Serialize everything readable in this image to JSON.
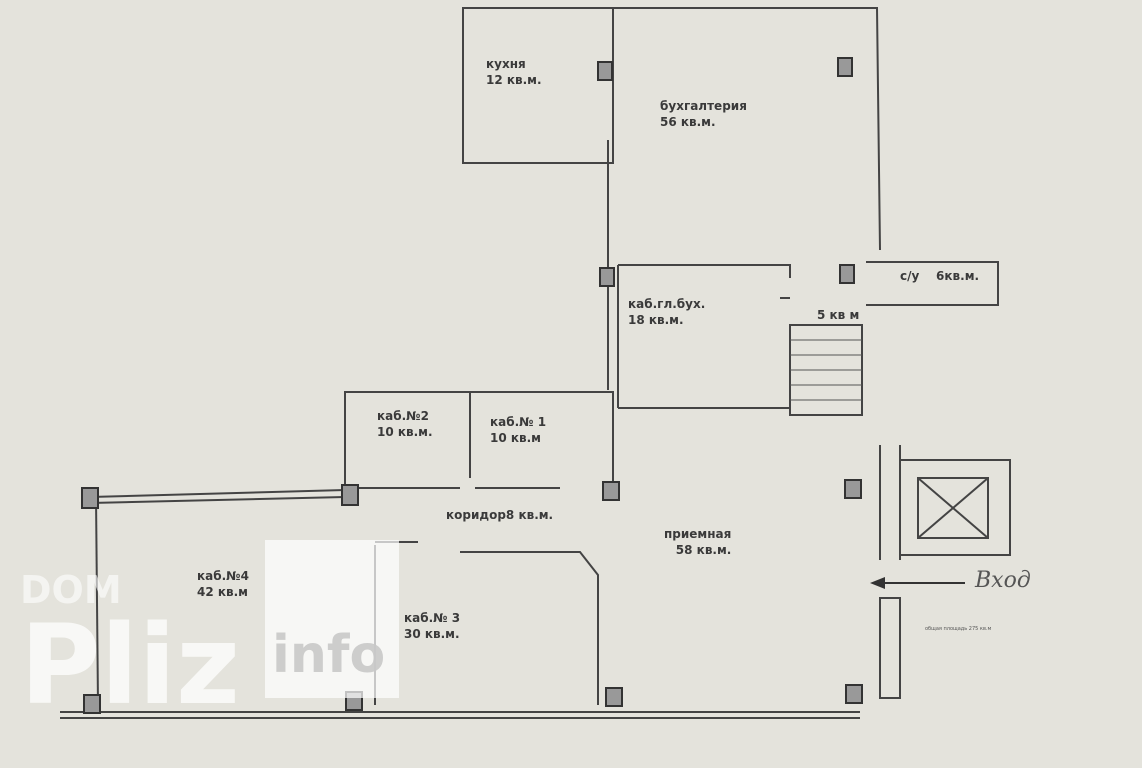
{
  "rooms": [
    {
      "name": "кухня",
      "area": "12 кв.м."
    },
    {
      "name": "бухгалтерия",
      "area": "56  кв.м."
    },
    {
      "name": "с/у",
      "area": "6кв.м."
    },
    {
      "name": "каб.гл.бух.",
      "area": "18 кв.м."
    },
    {
      "name": "",
      "area": "5 кв м"
    },
    {
      "name": "каб.№2",
      "area": "10 кв.м."
    },
    {
      "name": "каб.№ 1",
      "area": "10 кв.м"
    },
    {
      "name": "коридор",
      "area": "8 кв.м."
    },
    {
      "name": "приемная",
      "area": "58  кв.м."
    },
    {
      "name": "каб.№4",
      "area": "42 кв.м"
    },
    {
      "name": "каб.№ 3",
      "area": "30 кв.м."
    }
  ],
  "entrance_label": "Вход",
  "total_note": "общая площадь 275 кв.м",
  "watermark": {
    "top": "DOM",
    "main": "Pliz",
    "suffix": "info"
  }
}
